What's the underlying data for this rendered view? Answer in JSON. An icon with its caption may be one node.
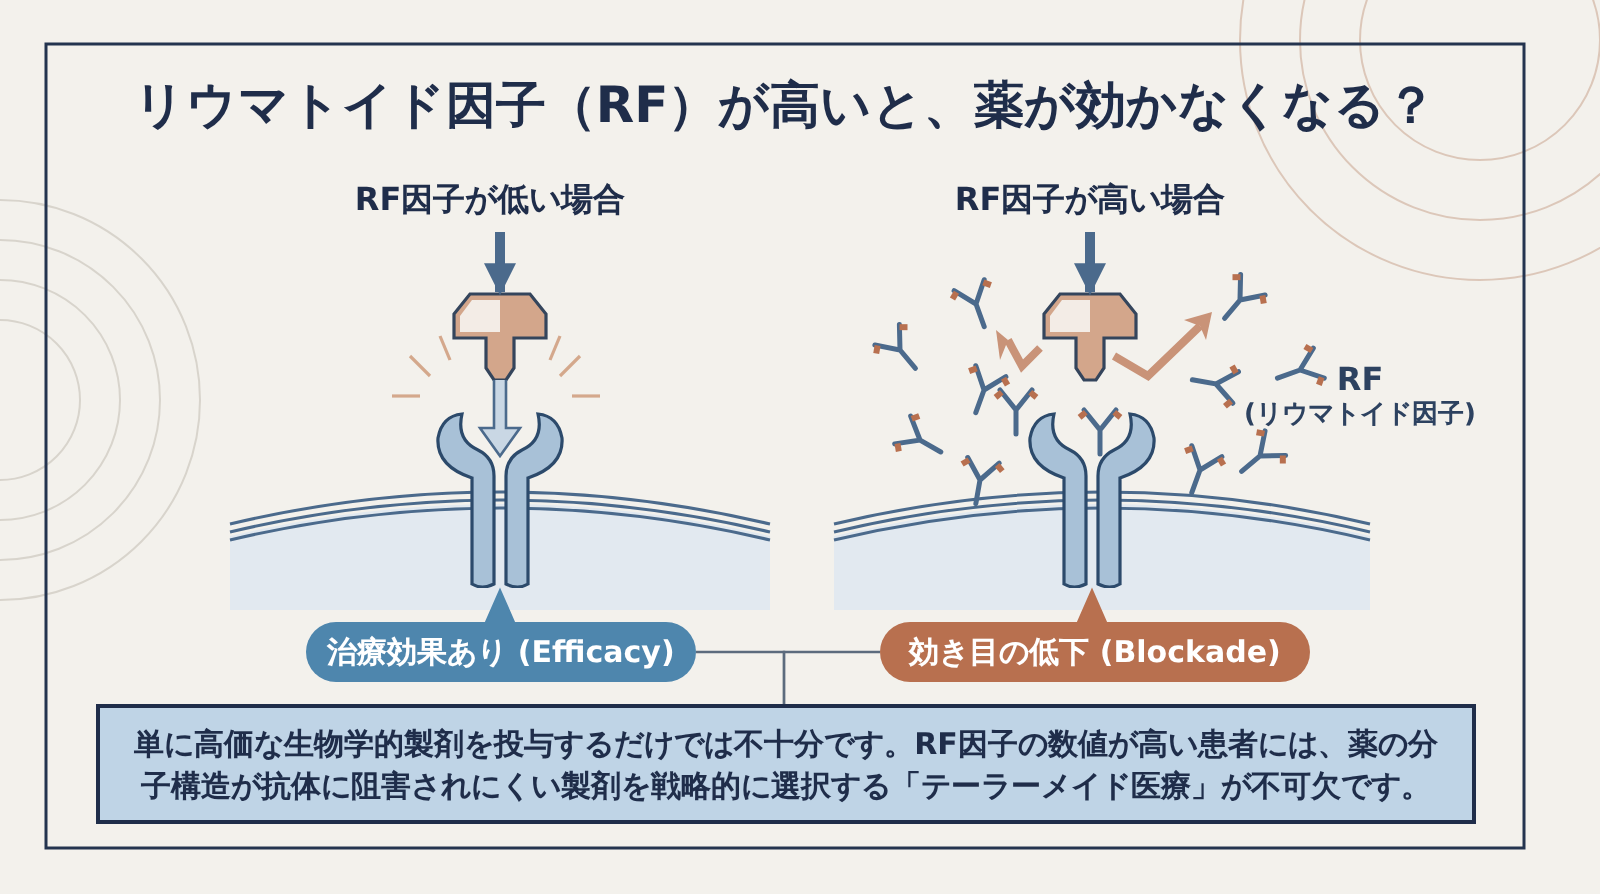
{
  "diagram": {
    "title": "リウマトイド因子（RF）が高いと、薬が効かなくなる？",
    "nodes": [
      {
        "text": [
          "RF因子が低い場合"
        ]
      },
      {
        "text": [],
        "shape": "picture"
      },
      {
        "text": [],
        "shape": "picture"
      },
      {
        "text": [
          "治療効果あり (Efficacy)"
        ]
      },
      {
        "text": [
          "RF因子が高い場合"
        ]
      },
      {
        "text": [],
        "shape": "picture"
      },
      {
        "text": [],
        "shape": "picture"
      },
      {
        "text": [
          "効き目の低下 (Blockade)"
        ]
      },
      {
        "text": [
          "単に高価な生物学的製剤を投与するだけでは不十分です。RF因子の数値が高い患者には、薬の分子構造が抗体に阻害されにくい製剤を戦略的に選択する「テーラーメイド医療」が不可欠です。"
        ]
      }
    ],
    "edges": [
      {
        "from": 0,
        "to": 1,
        "arrow": "to",
        "style": "thick"
      },
      {
        "from": 4,
        "to": 5,
        "arrow": "to",
        "style": "thick"
      },
      {
        "from": 3,
        "to": 2,
        "arrow": "to",
        "color": "#4e86ad"
      },
      {
        "from": 7,
        "to": 6,
        "arrow": "to",
        "color": "#b8704f"
      },
      {
        "from": 3,
        "to": 8,
        "arrow": "none"
      },
      {
        "from": 7,
        "to": 8,
        "arrow": "none"
      }
    ],
    "labels": [
      "RF",
      "(リウマトイド因子)"
    ]
  }
}
